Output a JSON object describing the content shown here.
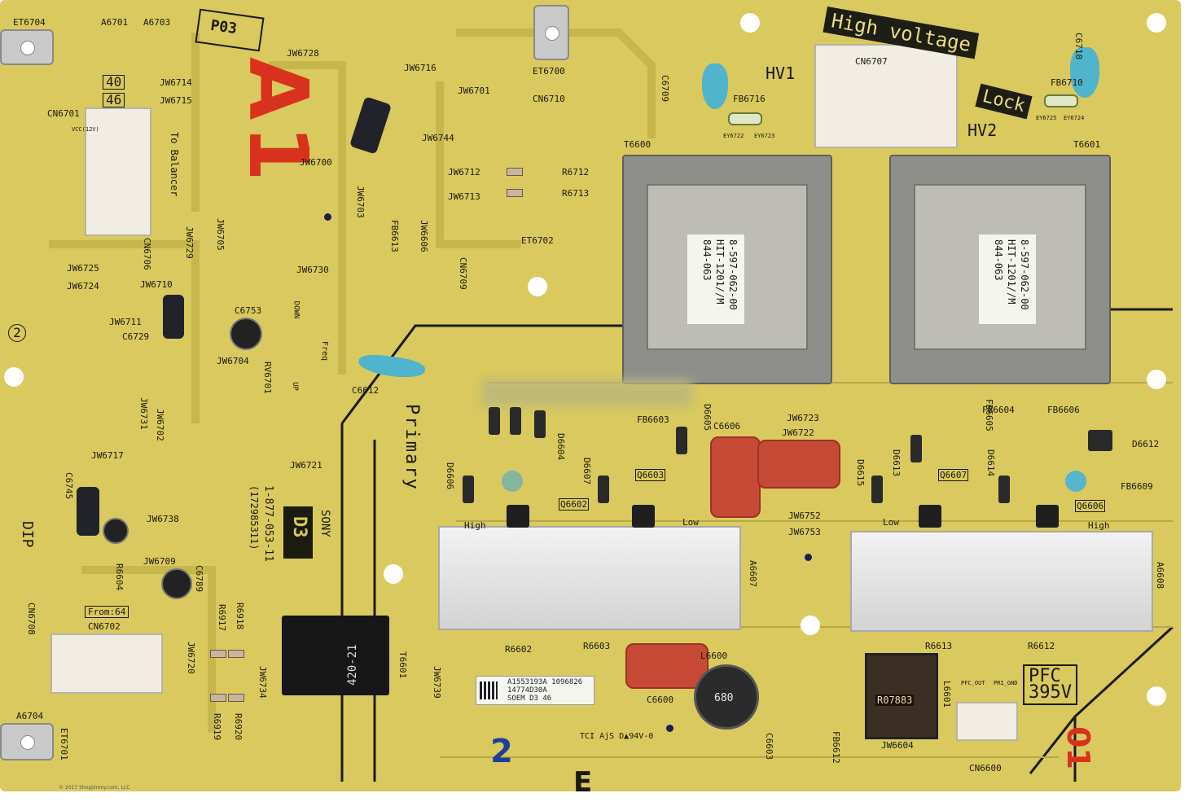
{
  "board": {
    "upper_labels": [
      "ET6704",
      "A6701",
      "A6703",
      "JW6728",
      "JW6716",
      "JW6701",
      "ET6700",
      "CN6710",
      "C6709",
      "HV1",
      "HV2",
      "CN6707",
      "FB6716",
      "EY6722",
      "EY6723",
      "C6710",
      "FB6710",
      "EY6725",
      "EY6724",
      "T6600",
      "T6601",
      "JW6714",
      "JW6715",
      "CN6701",
      "JW6744",
      "JW6700",
      "JW6712",
      "JW6713",
      "R6712",
      "R6713",
      "JW6703",
      "JW6705",
      "JW6729",
      "JW6606",
      "FB6613",
      "CN6709",
      "ET6702",
      "CN6706",
      "JW6725",
      "JW6724",
      "JW6710",
      "JW6711",
      "C6729",
      "C6753",
      "JW6730",
      "JW6704",
      "RV6701"
    ],
    "lower_labels": [
      "JW6731",
      "JW6702",
      "JW6717",
      "C6745",
      "JW6738",
      "JW6709",
      "R6604",
      "C6789",
      "CN6708",
      "CN6702",
      "A6704",
      "ET6701",
      "JW6720",
      "R6917",
      "R6918",
      "R6919",
      "R6920",
      "JW6734",
      "JW6721",
      "T6601",
      "JW6739",
      "C6612",
      "JW6723",
      "JW6722",
      "C6606",
      "FB6603",
      "JW6752",
      "JW6753",
      "Q6603",
      "Q6602",
      "Q6607",
      "Q6606",
      "D6604",
      "D6605",
      "D6606",
      "D6607",
      "D6612",
      "D6613",
      "D6614",
      "D6615",
      "FB6604",
      "FB6606",
      "FB6605",
      "FB6609",
      "A6607",
      "A6608",
      "R6602",
      "R6603",
      "R6613",
      "R6612",
      "C6603",
      "C6600",
      "L6600",
      "L6601",
      "FB6612",
      "JW6604",
      "CN6600"
    ],
    "marks": {
      "p03": "P03",
      "a1": "A1",
      "to_balancer": "To Balancer",
      "from_64": "From:64",
      "dip": "DIP",
      "primary": "Primary",
      "sony": "SONY",
      "d3": "D3",
      "part_number": "1-877-053-11",
      "part_number_2": "(172985311)",
      "high_voltage": "High voltage",
      "lock": "Lock",
      "pfc": "PFC",
      "pfc_voltage": "395V",
      "freq": "Freq",
      "down": "DOWN",
      "up": "UP",
      "high": "High",
      "low": "Low",
      "n40": "40",
      "n46": "46",
      "vcc": "VCC(12V)",
      "pfc_out": "PFC_OUT",
      "pri_gnd": "PRI_GND",
      "ul_line": "TCI  AjS  D▲94V-0",
      "handwritten_2": "2",
      "handwritten_01": "01",
      "circle_2": "2",
      "e_char": "E",
      "r07883": "R07883",
      "coil_680": "680"
    },
    "transformers": [
      {
        "ref": "T6600",
        "sticker": [
          "8-597-062-00",
          "HIT-1201//M",
          "844-063"
        ]
      },
      {
        "ref": "T6601",
        "sticker": [
          "8-597-062-00",
          "HIT-1201//M",
          "844-063"
        ]
      }
    ],
    "qr_label": {
      "line1": "A1553193A   1096826",
      "line2": "14774D30A",
      "line3": "SOEM   D3 46"
    },
    "copyright": "© 2017 ShopJimmy.com, LLC",
    "colors": {
      "pcb": "#d9c95e",
      "trace": "#cdbd4f",
      "silk": "#1a1a10",
      "marker_red": "#d8321e",
      "marker_blue": "#1d3f9a"
    }
  }
}
